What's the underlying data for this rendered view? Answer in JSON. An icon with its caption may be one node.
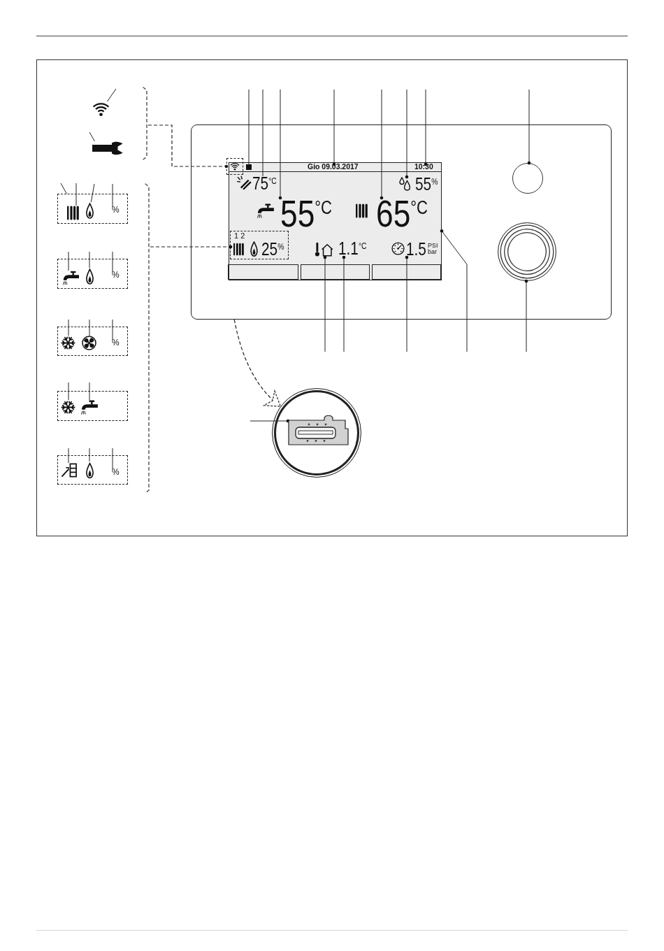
{
  "diagram": {
    "nodes": [
      {
        "text": [],
        "shape": "picture"
      },
      {
        "text": [],
        "shape": "picture"
      },
      {
        "text": [],
        "shape": "box"
      },
      {
        "text": [],
        "shape": "picture",
        "in": 2
      },
      {
        "text": [],
        "shape": "picture",
        "in": 2
      },
      {
        "text": [
          "%"
        ],
        "in": 2
      },
      {
        "text": [],
        "shape": "box"
      },
      {
        "text": [],
        "shape": "picture",
        "in": 6
      },
      {
        "text": [],
        "shape": "picture",
        "in": 6
      },
      {
        "text": [
          "%"
        ],
        "in": 6
      },
      {
        "text": [],
        "shape": "box"
      },
      {
        "text": [],
        "shape": "picture",
        "in": 10
      },
      {
        "text": [],
        "shape": "picture",
        "in": 10
      },
      {
        "text": [
          "%"
        ],
        "in": 10
      },
      {
        "text": [],
        "shape": "box"
      },
      {
        "text": [],
        "shape": "picture",
        "in": 14
      },
      {
        "text": [],
        "shape": "picture",
        "in": 14
      },
      {
        "text": [],
        "shape": "box"
      },
      {
        "text": [],
        "shape": "picture",
        "in": 17
      },
      {
        "text": [],
        "shape": "picture",
        "in": 17
      },
      {
        "text": [
          "%"
        ],
        "in": 17
      },
      {
        "text": [],
        "shape": "box"
      },
      {
        "text": [],
        "shape": "box",
        "in": 21
      },
      {
        "text": [],
        "shape": "box",
        "in": 21
      },
      {
        "text": [],
        "shape": "box",
        "in": 23
      },
      {
        "text": [
          "Gio 09.03.2017"
        ],
        "in": 23
      },
      {
        "text": [
          "10:30"
        ],
        "in": 23
      },
      {
        "text": [
          "75$^{°C}$"
        ],
        "in": 23
      },
      {
        "text": [
          "55$^{%}$"
        ],
        "in": 23
      },
      {
        "text": [
          "55$^{°C}$"
        ],
        "in": 23
      },
      {
        "text": [
          "65$^{°C}$"
        ],
        "in": 23
      },
      {
        "text": [
          "1 2",
          "25$^{%}$"
        ],
        "in": 23
      },
      {
        "text": [],
        "shape": "picture",
        "in": 23
      },
      {
        "text": [
          "1.1$^{°C}$"
        ],
        "in": 23
      },
      {
        "text": [
          "1.5",
          "PSI bar"
        ],
        "in": 23
      },
      {
        "text": [],
        "shape": "box",
        "in": 23
      },
      {
        "text": [],
        "shape": "box",
        "in": 23
      },
      {
        "text": [],
        "shape": "box",
        "in": 23
      },
      {
        "text": [],
        "shape": "circle",
        "in": 21
      },
      {
        "text": [],
        "shape": "circle",
        "in": 21
      },
      {
        "text": [],
        "shape": "circle"
      },
      {
        "text": [],
        "shape": "picture",
        "in": 40
      },
      {
        "text": [],
        "shape": "bracket"
      },
      {
        "text": [],
        "shape": "bracket"
      }
    ],
    "edges": [
      {
        "from": null,
        "to": 0,
        "arrow": "none"
      },
      {
        "from": null,
        "to": 1,
        "arrow": "none"
      },
      {
        "from": null,
        "to": 2,
        "arrow": "none"
      },
      {
        "from": null,
        "to": 3,
        "arrow": "none"
      },
      {
        "from": null,
        "to": 4,
        "arrow": "none"
      },
      {
        "from": null,
        "to": 5,
        "arrow": "none"
      },
      {
        "from": null,
        "to": 7,
        "arrow": "none"
      },
      {
        "from": null,
        "to": 8,
        "arrow": "none"
      },
      {
        "from": null,
        "to": 9,
        "arrow": "none"
      },
      {
        "from": null,
        "to": 11,
        "arrow": "none"
      },
      {
        "from": null,
        "to": 12,
        "arrow": "none"
      },
      {
        "from": null,
        "to": 13,
        "arrow": "none"
      },
      {
        "from": null,
        "to": 15,
        "arrow": "none"
      },
      {
        "from": null,
        "to": 16,
        "arrow": "none"
      },
      {
        "from": null,
        "to": 18,
        "arrow": "none"
      },
      {
        "from": null,
        "to": 19,
        "arrow": "none"
      },
      {
        "from": null,
        "to": 20,
        "arrow": "none"
      },
      {
        "from": null,
        "to": 24,
        "arrow": "none"
      },
      {
        "from": null,
        "to": 27,
        "arrow": "none"
      },
      {
        "from": null,
        "to": 29,
        "arrow": "other"
      },
      {
        "from": null,
        "to": 25,
        "arrow": "other"
      },
      {
        "from": null,
        "to": 30,
        "arrow": "other"
      },
      {
        "from": null,
        "to": 28,
        "arrow": "other"
      },
      {
        "from": null,
        "to": 26,
        "arrow": "other"
      },
      {
        "from": null,
        "to": 38,
        "arrow": "other"
      },
      {
        "from": null,
        "to": 32,
        "arrow": "other"
      },
      {
        "from": null,
        "to": 33,
        "arrow": "other"
      },
      {
        "from": null,
        "to": 34,
        "arrow": "other"
      },
      {
        "from": null,
        "to": 23,
        "arrow": "other"
      },
      {
        "from": null,
        "to": 39,
        "arrow": "other"
      },
      {
        "from": null,
        "to": 41,
        "arrow": "other"
      },
      {
        "from": 42,
        "to": 22,
        "arrow": "other",
        "style": "dashed"
      },
      {
        "from": 43,
        "to": 31,
        "arrow": "other",
        "style": "dashed"
      },
      {
        "from": 21,
        "to": 40,
        "arrow": "to",
        "style": "dashed"
      }
    ]
  }
}
